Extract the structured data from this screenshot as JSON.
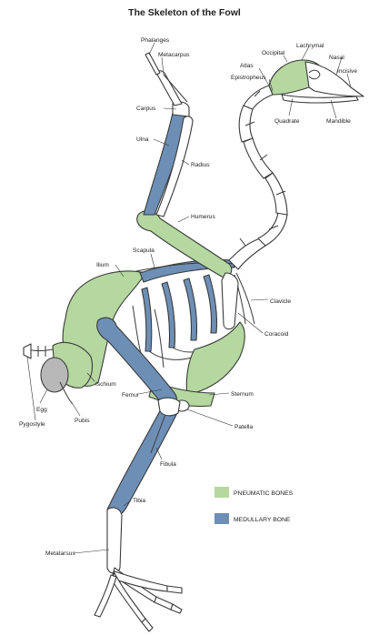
{
  "title": "The Skeleton of the Fowl",
  "colors": {
    "pneumatic": "#b5d7a0",
    "medullary": "#6d8fb6",
    "egg": "#b8b8b8",
    "outline": "#3a3a3a"
  },
  "legend": {
    "pneumatic": "PNEUMATIC BONES",
    "medullary": "MEDULLARY BONE"
  },
  "labels": {
    "phalanges": "Phalanges",
    "metacarpus": "Metacarpus",
    "lachrymal": "Lachrymal",
    "occipital": "Occipital",
    "nasal": "Nasal",
    "atlas": "Atlas",
    "incisive": "Incisive",
    "epistropheus": "Epistropheus",
    "quadrate": "Quadrate",
    "mandible": "Mandible",
    "carpus": "Carpus",
    "ulna": "Ulna",
    "radius": "Radius",
    "humerus": "Humerus",
    "scapula": "Scapula",
    "ilium": "Ilium",
    "clavicle": "Clavicle",
    "coracoid": "Coracoid",
    "ischium": "Ischium",
    "femur": "Femur",
    "sternum": "Sternum",
    "egg": "Egg",
    "pygostyle": "Pygostyle",
    "pubis": "Pubis",
    "patella": "Patella",
    "fibula": "Fibula",
    "tibia": "Tibia",
    "metatarsus": "Metatarsus"
  }
}
